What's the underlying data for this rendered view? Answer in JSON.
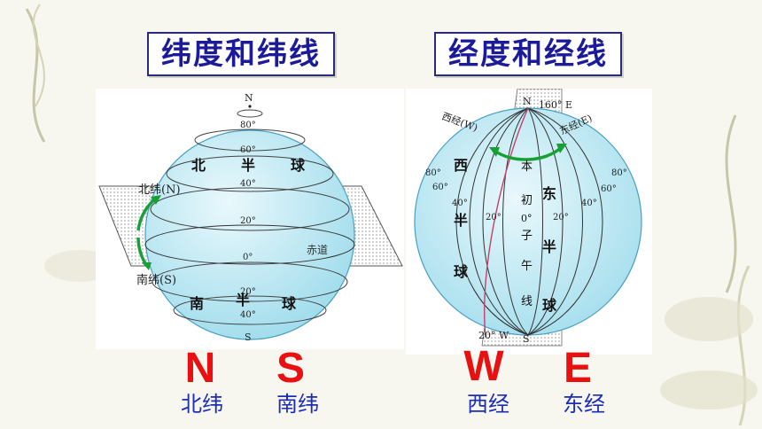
{
  "titles": {
    "latitude": "纬度和纬线",
    "longitude": "经度和经线"
  },
  "latitude_globe": {
    "pole_n": "N",
    "pole_s": "S",
    "lat_labels_north": [
      "80°",
      "60°",
      "40°",
      "20°"
    ],
    "equator_degree": "0°",
    "lat_labels_south": [
      "20°",
      "40°"
    ],
    "equator_label": "赤道",
    "north_lat_label": "北纬(N)",
    "south_lat_label": "南纬(S)",
    "north_hemisphere": [
      "北",
      "半",
      "球"
    ],
    "south_hemisphere": [
      "南",
      "半",
      "球"
    ]
  },
  "longitude_globe": {
    "pole_n": "N",
    "pole_s": "S",
    "top_meridian": "160° E",
    "west_long_label": "西经(W)",
    "east_long_label": "东经(E)",
    "west_hemisphere": [
      "西",
      "半",
      "球"
    ],
    "east_hemisphere": [
      "东",
      "半",
      "球"
    ],
    "prime_meridian": [
      "本",
      "初",
      "0°",
      "子",
      "午",
      "线"
    ],
    "west_degrees": [
      "80°",
      "60°",
      "40°",
      "20°"
    ],
    "east_degrees": [
      "20°",
      "40°",
      "60°",
      "80°"
    ],
    "bottom_meridian": "20° W"
  },
  "legend": [
    {
      "letter": "N",
      "label": "北纬"
    },
    {
      "letter": "S",
      "label": "南纬"
    },
    {
      "letter": "W",
      "label": "西经"
    },
    {
      "letter": "E",
      "label": "东经"
    }
  ],
  "colors": {
    "letter": "#e81010",
    "label": "#1b2db8",
    "title_text": "#1b1b9a",
    "globe_fill": "#bfe9f4",
    "arrow": "#16a035"
  }
}
